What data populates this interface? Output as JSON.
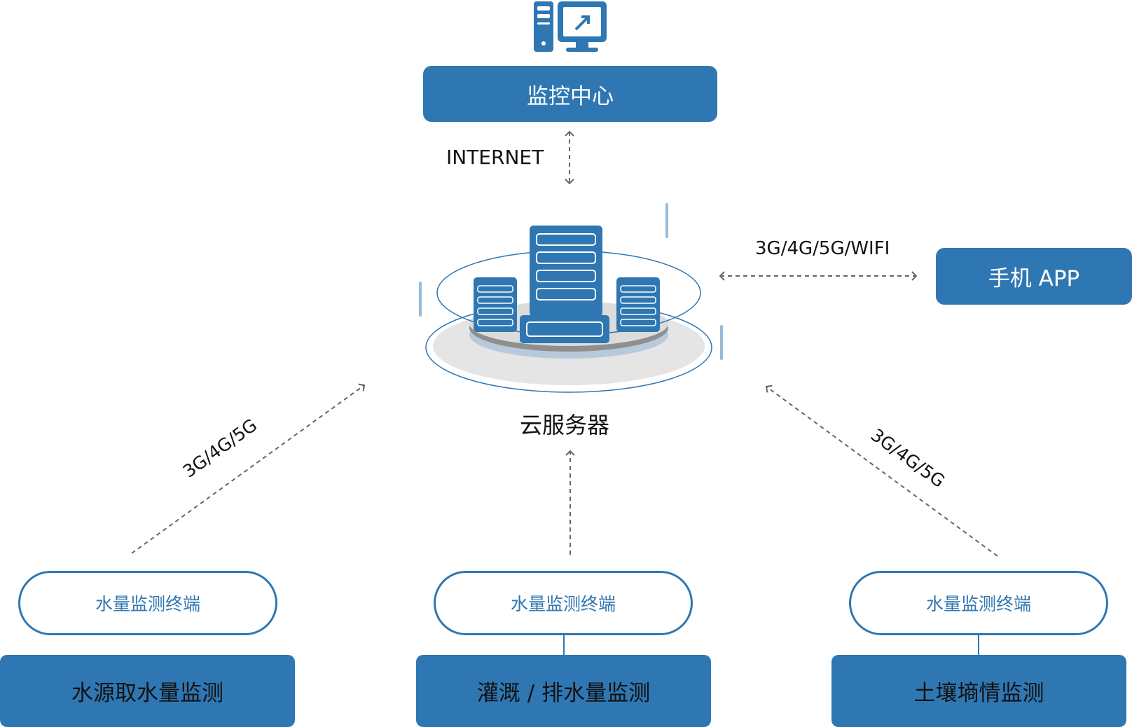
{
  "colors": {
    "accent": "#2f77b2",
    "line": "#666666",
    "text": "#111111",
    "ring": "#2f77b2"
  },
  "monitoring_center": {
    "label": "监控中心",
    "icon": "computer-icon"
  },
  "internet_label": "INTERNET",
  "cloud_server": {
    "label": "云服务器",
    "icon": "server-cluster-icon"
  },
  "mobile_app": {
    "label": "手机 APP",
    "link_label": "3G/4G/5G/WIFI"
  },
  "left_link_label": "3G/4G/5G",
  "right_link_label": "3G/4G/5G",
  "terminals": [
    {
      "terminal_label": "水量监测终端",
      "application": "水源取水量监测"
    },
    {
      "terminal_label": "水量监测终端",
      "application": "灌溉 / 排水量监测"
    },
    {
      "terminal_label": "水量监测终端",
      "application": "土壤墒情监测"
    }
  ]
}
